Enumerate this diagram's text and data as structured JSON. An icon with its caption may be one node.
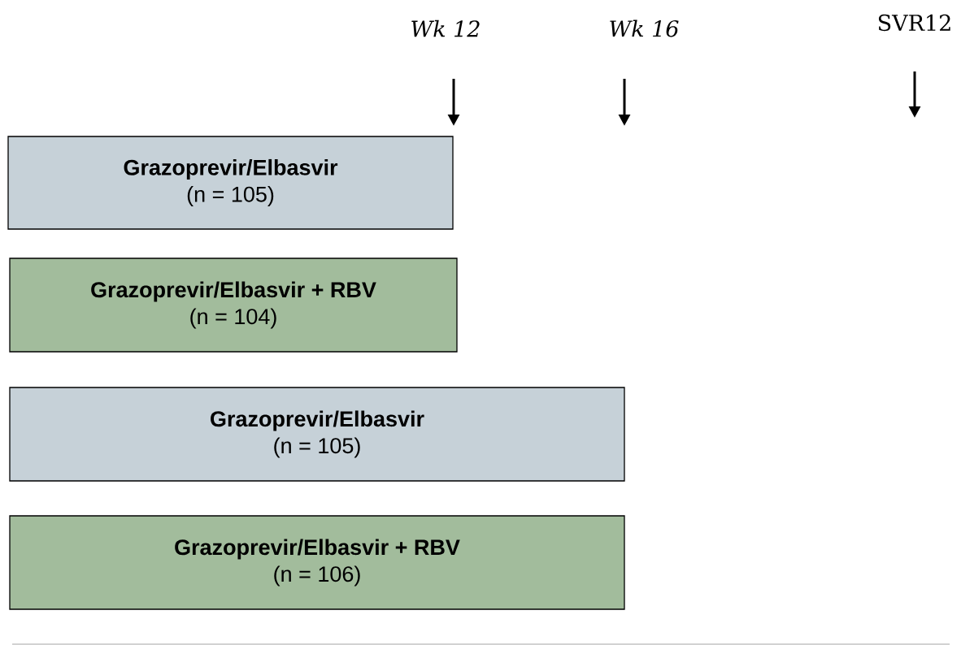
{
  "diagram": {
    "nodes": [
      {
        "text": [
          "Grazoprevir/Elbasvir",
          "(n = 105)"
        ]
      },
      {
        "text": [
          "Grazoprevir/Elbasvir + RBV",
          "(n = 104)"
        ]
      },
      {
        "text": [
          "Grazoprevir/Elbasvir",
          "(n = 105)"
        ]
      },
      {
        "text": [
          "Grazoprevir/Elbasvir + RBV",
          "(n = 106)"
        ]
      }
    ],
    "labels": [
      "Wk 12",
      "Wk 16",
      "SVR12"
    ]
  }
}
